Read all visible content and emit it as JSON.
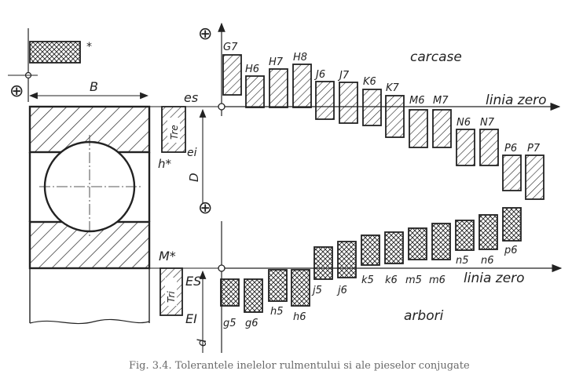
{
  "sections": {
    "housing": "carcase",
    "shaft": "arbori",
    "zero_line_top": "linia zero",
    "zero_line_bottom": "linia zero"
  },
  "symbols": {
    "plus_top_left": "⊕",
    "plus_top": "⊕",
    "plus_mid": "⊕",
    "B": "B",
    "D": "D",
    "d": "d",
    "es": "es",
    "ei": "ei",
    "ES": "ES",
    "EI": "EI",
    "h_star": "h*",
    "M_star": "M*",
    "star": "*",
    "tre": "Tre",
    "tri": "Tri"
  },
  "housing_fields": [
    "G7",
    "H6",
    "H7",
    "H8",
    "J6",
    "J7",
    "K6",
    "K7",
    "M6",
    "M7",
    "N6",
    "N7",
    "P6",
    "P7"
  ],
  "shaft_fields": [
    "g5",
    "g6",
    "h5",
    "h6",
    "j5",
    "j6",
    "k5",
    "k6",
    "m5",
    "m6",
    "n5",
    "n6",
    "p6"
  ],
  "caption": "Fig. 3.4. Tolerantele inelelor rulmentului si ale pieselor conjugate"
}
